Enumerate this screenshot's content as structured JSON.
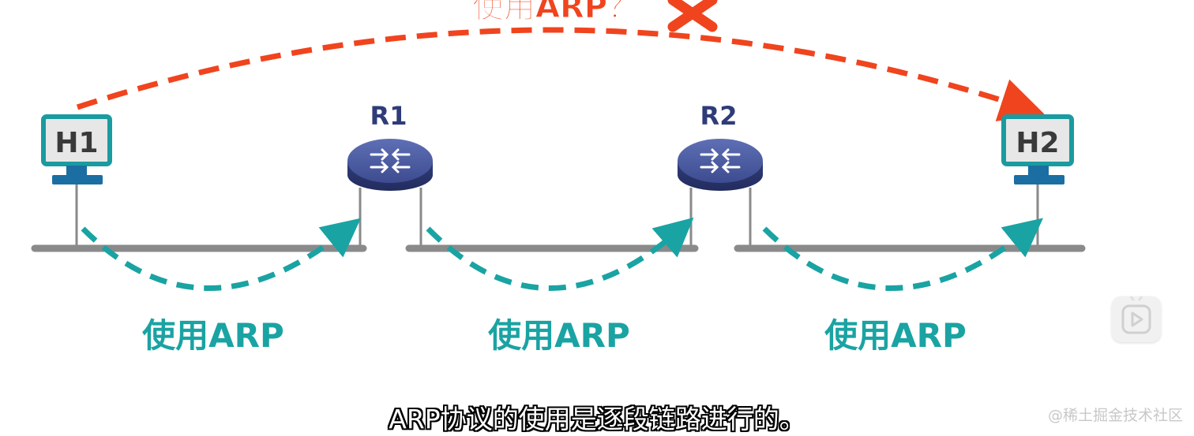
{
  "top_label": "使用ARP？",
  "hosts": [
    {
      "name": "H1"
    },
    {
      "name": "H2"
    }
  ],
  "routers": [
    {
      "name": "R1"
    },
    {
      "name": "R2"
    }
  ],
  "hop_labels": [
    "使用ARP",
    "使用ARP",
    "使用ARP"
  ],
  "subtitle": "ARP协议的使用是逐段链路进行的。",
  "watermark": "@稀土掘金技术社区",
  "colors": {
    "end_to_end_arrow": "#f0441e",
    "hop_arrow": "#1aa3a3",
    "hop_label": "#1aa3a3",
    "top_label": "#f0441e",
    "link": "#8a8a8a",
    "host_frame": "#1a9ba0",
    "host_stand": "#1b6ea2",
    "router_label": "#2e3c78",
    "router_top": "#4a5a9e",
    "router_side": "#2c3872"
  }
}
